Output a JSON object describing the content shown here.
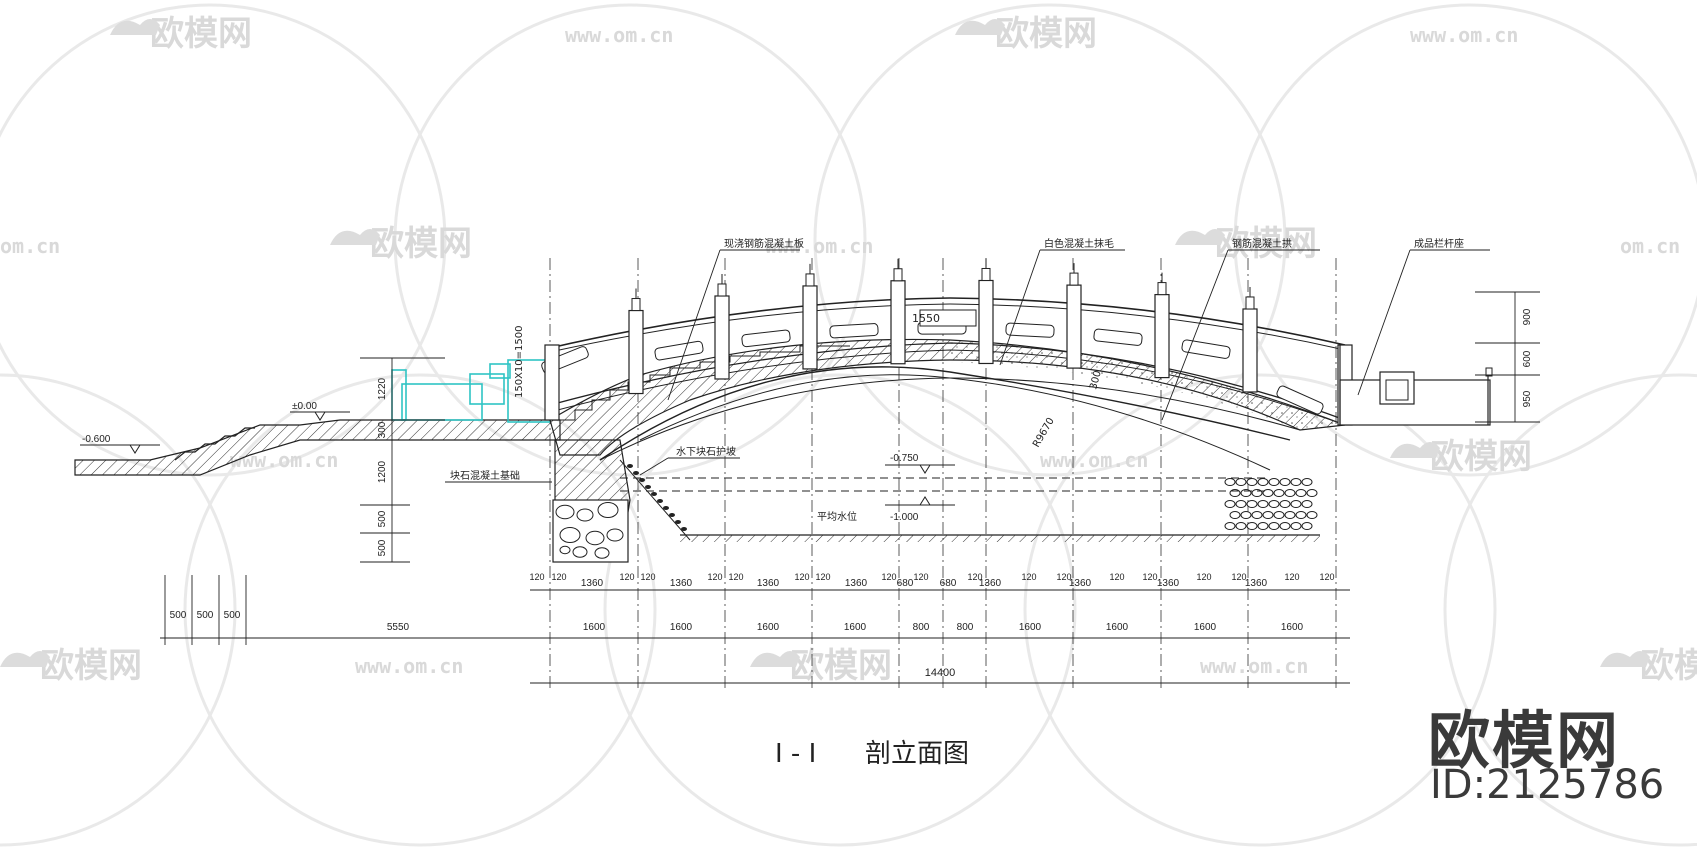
{
  "watermark": {
    "logo_text": "欧模网",
    "url_text": "www.om.cn",
    "partial_url": "om.cn"
  },
  "brand": {
    "name": "欧模网",
    "id_label": "ID:2125786"
  },
  "drawing": {
    "title_mark": "I - I",
    "title": "剖立面图",
    "labels": {
      "cast_slab": "现浇钢筋混凝土板",
      "white_mortar": "白色混凝土抹毛",
      "rc_arch": "钢筋混凝土拱",
      "stone_rail": "成品栏杆座",
      "riprap": "块石混凝土基础",
      "revetment": "水下块石护坡",
      "water_level": "平均水位",
      "radius": "R9670",
      "thickness": "300",
      "rail_size": "150X10=1500",
      "deck_w": "1550"
    },
    "elevations": {
      "ground": "±0.00",
      "low": "-0.600",
      "w1": "-0.750",
      "w2": "-1.000"
    },
    "dims_left_vertical": [
      "1220",
      "300",
      "1200",
      "500",
      "500"
    ],
    "dims_right_vertical": [
      "900",
      "600",
      "950"
    ],
    "row1": [
      "120",
      "120",
      "1360",
      "120",
      "120",
      "1360",
      "120",
      "120",
      "1360",
      "120",
      "120",
      "1360",
      "120",
      "680",
      "120",
      "680",
      "120",
      "1360",
      "120",
      "120",
      "1360",
      "120",
      "120",
      "1360",
      "120",
      "120",
      "1360",
      "120",
      "120"
    ],
    "row2": [
      "1600",
      "1600",
      "1600",
      "1600",
      "800",
      "800",
      "1600",
      "1600",
      "1600",
      "1600"
    ],
    "left_row": [
      "500",
      "500",
      "500",
      "5550"
    ],
    "total": "14400"
  },
  "colors": {
    "line": "#222222",
    "watermark": "#d9d9d9",
    "cyan": "#2fc4c4"
  }
}
